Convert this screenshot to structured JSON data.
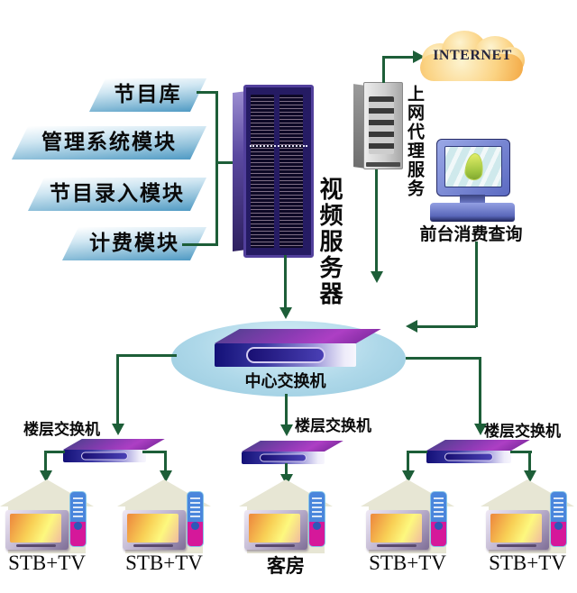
{
  "colors": {
    "line_green": "#1d5e38",
    "ellipse_blue": "#aed8e9",
    "module_blue": "#4f9ac4",
    "switch_purple": "#8c3bb4",
    "cloud_orange": "#f3a844"
  },
  "modules": {
    "items": [
      {
        "label": "节目库"
      },
      {
        "label": "管理系统模块"
      },
      {
        "label": "节目录入模块"
      },
      {
        "label": "计费模块"
      }
    ]
  },
  "video_server": {
    "label": "视频服务器"
  },
  "internet": {
    "label": "INTERNET"
  },
  "proxy": {
    "label": "上网代理服务"
  },
  "front_desk": {
    "label": "前台消费查询"
  },
  "core_switch": {
    "label": "中心交换机"
  },
  "floor_switch": {
    "label": "楼层交换机"
  },
  "endpoints": {
    "items": [
      {
        "label": "STB+TV"
      },
      {
        "label": "STB+TV"
      },
      {
        "label": "客房"
      },
      {
        "label": "STB+TV"
      },
      {
        "label": "STB+TV"
      }
    ]
  }
}
